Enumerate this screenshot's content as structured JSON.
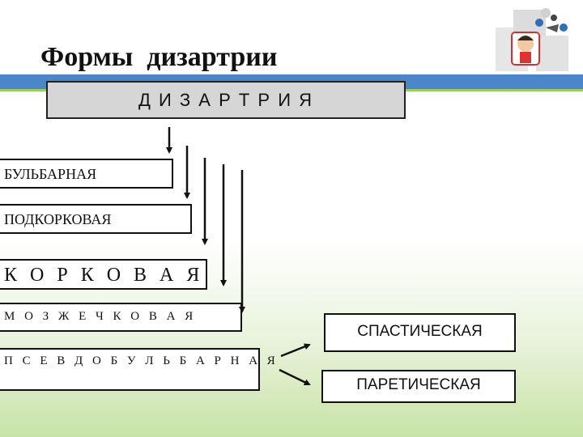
{
  "title": "Формы  дизартрии",
  "main_box": "Д И З А Р Т Р И Я",
  "forms": [
    "БУЛЬБАРНАЯ",
    "ПОДКОРКОВАЯ",
    "К О Р К О В А Я",
    "М О З Ж Е Ч К О В А Я",
    "П С Е В Д О Б У Л Ь Б А Р Н А Я"
  ],
  "subtypes": [
    "СПАСТИЧЕСКАЯ",
    "ПАРЕТИЧЕСКАЯ"
  ],
  "colors": {
    "blue_band": "#4a86c8",
    "green_accent": "#9ccc5a",
    "main_box_fill": "#d6d6d6"
  },
  "icons": [
    "puzzle-logo-icon"
  ]
}
